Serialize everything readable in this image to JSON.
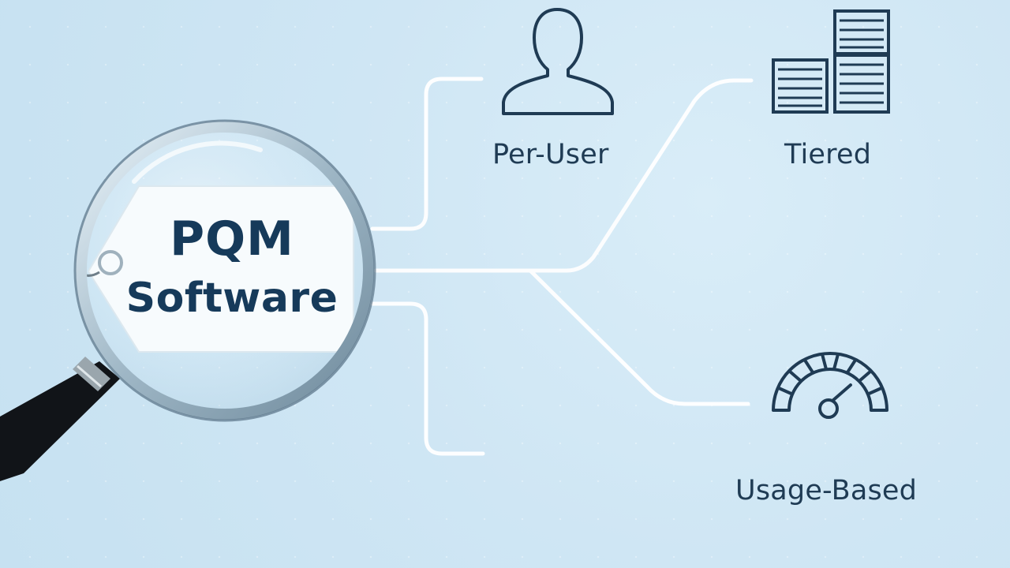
{
  "center": {
    "line1": "PQM",
    "line2": "Software"
  },
  "branches": [
    {
      "label": "Per-User",
      "icon": "user-icon"
    },
    {
      "label": "Tiered",
      "icon": "stacked-tiers-icon"
    },
    {
      "label": "Usage-Based",
      "icon": "gauge-icon"
    }
  ],
  "colors": {
    "background": "#cfe6f4",
    "connector": "#ffffff",
    "icon_stroke": "#1f3b54",
    "text": "#1f3b54",
    "tag_text": "#163a5a"
  }
}
